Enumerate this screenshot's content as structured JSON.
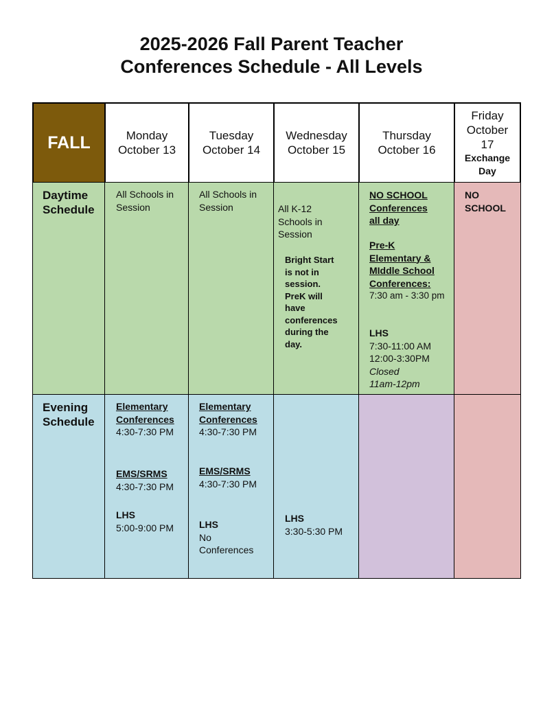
{
  "title": {
    "line1": "2025-2026 Fall Parent Teacher",
    "line2": "Conferences Schedule - All Levels"
  },
  "header": {
    "season": "FALL",
    "days": [
      {
        "day": "Monday",
        "date": "October 13"
      },
      {
        "day": "Tuesday",
        "date": "October 14"
      },
      {
        "day": "Wednesday",
        "date": "October 15"
      },
      {
        "day": "Thursday",
        "date": "October 16"
      },
      {
        "day": "Friday",
        "date_line1": "October",
        "date_line2": "17",
        "note_line1": "Exchange",
        "note_line2": "Day"
      }
    ]
  },
  "rows": {
    "daytime": {
      "label_line1": "Daytime",
      "label_line2": "Schedule",
      "monday": {
        "line1": "All Schools in",
        "line2": "Session"
      },
      "tuesday": {
        "line1": "All Schools in",
        "line2": "Session"
      },
      "wednesday": {
        "line1": "All K-12",
        "line2": "Schools in",
        "line3": "Session",
        "note": [
          "Bright Start",
          "is not in",
          "session.",
          "PreK will",
          "have",
          "conferences",
          "during the",
          "day."
        ]
      },
      "thursday": {
        "heading": [
          "NO SCHOOL",
          "Conferences",
          "all day"
        ],
        "prek_heading": [
          "Pre-K",
          "Elementary &",
          "MIddle School",
          "Conferences:"
        ],
        "prek_time": "7:30 am - 3:30 pm",
        "lhs_label": "LHS",
        "lhs_time1": "7:30-11:00 AM",
        "lhs_time2": "12:00-3:30PM",
        "lhs_closed1": "Closed",
        "lhs_closed2": "11am-12pm"
      },
      "friday": {
        "line1": "NO",
        "line2": "SCHOOL"
      }
    },
    "evening": {
      "label_line1": "Evening",
      "label_line2": "Schedule",
      "monday": {
        "elem_heading1": "Elementary",
        "elem_heading2": "Conferences",
        "elem_time": "4:30-7:30 PM",
        "ems_heading": "EMS/SRMS",
        "ems_time": "4:30-7:30 PM",
        "lhs_label": "LHS",
        "lhs_time": "5:00-9:00 PM"
      },
      "tuesday": {
        "elem_heading1": "Elementary",
        "elem_heading2": "Conferences",
        "elem_time": "4:30-7:30 PM",
        "ems_heading": "EMS/SRMS",
        "ems_time": "4:30-7:30 PM",
        "lhs_label": "LHS",
        "lhs_line1": "No",
        "lhs_line2": "Conferences"
      },
      "wednesday": {
        "lhs_label": "LHS",
        "lhs_time": "3:30-5:30 PM"
      }
    }
  },
  "colors": {
    "fall": "#7d5a0c",
    "daytime": "#b9d9ab",
    "evening": "#bbdde6",
    "friday": "#e5b9b9",
    "thursday_evening": "#d2c1db"
  }
}
